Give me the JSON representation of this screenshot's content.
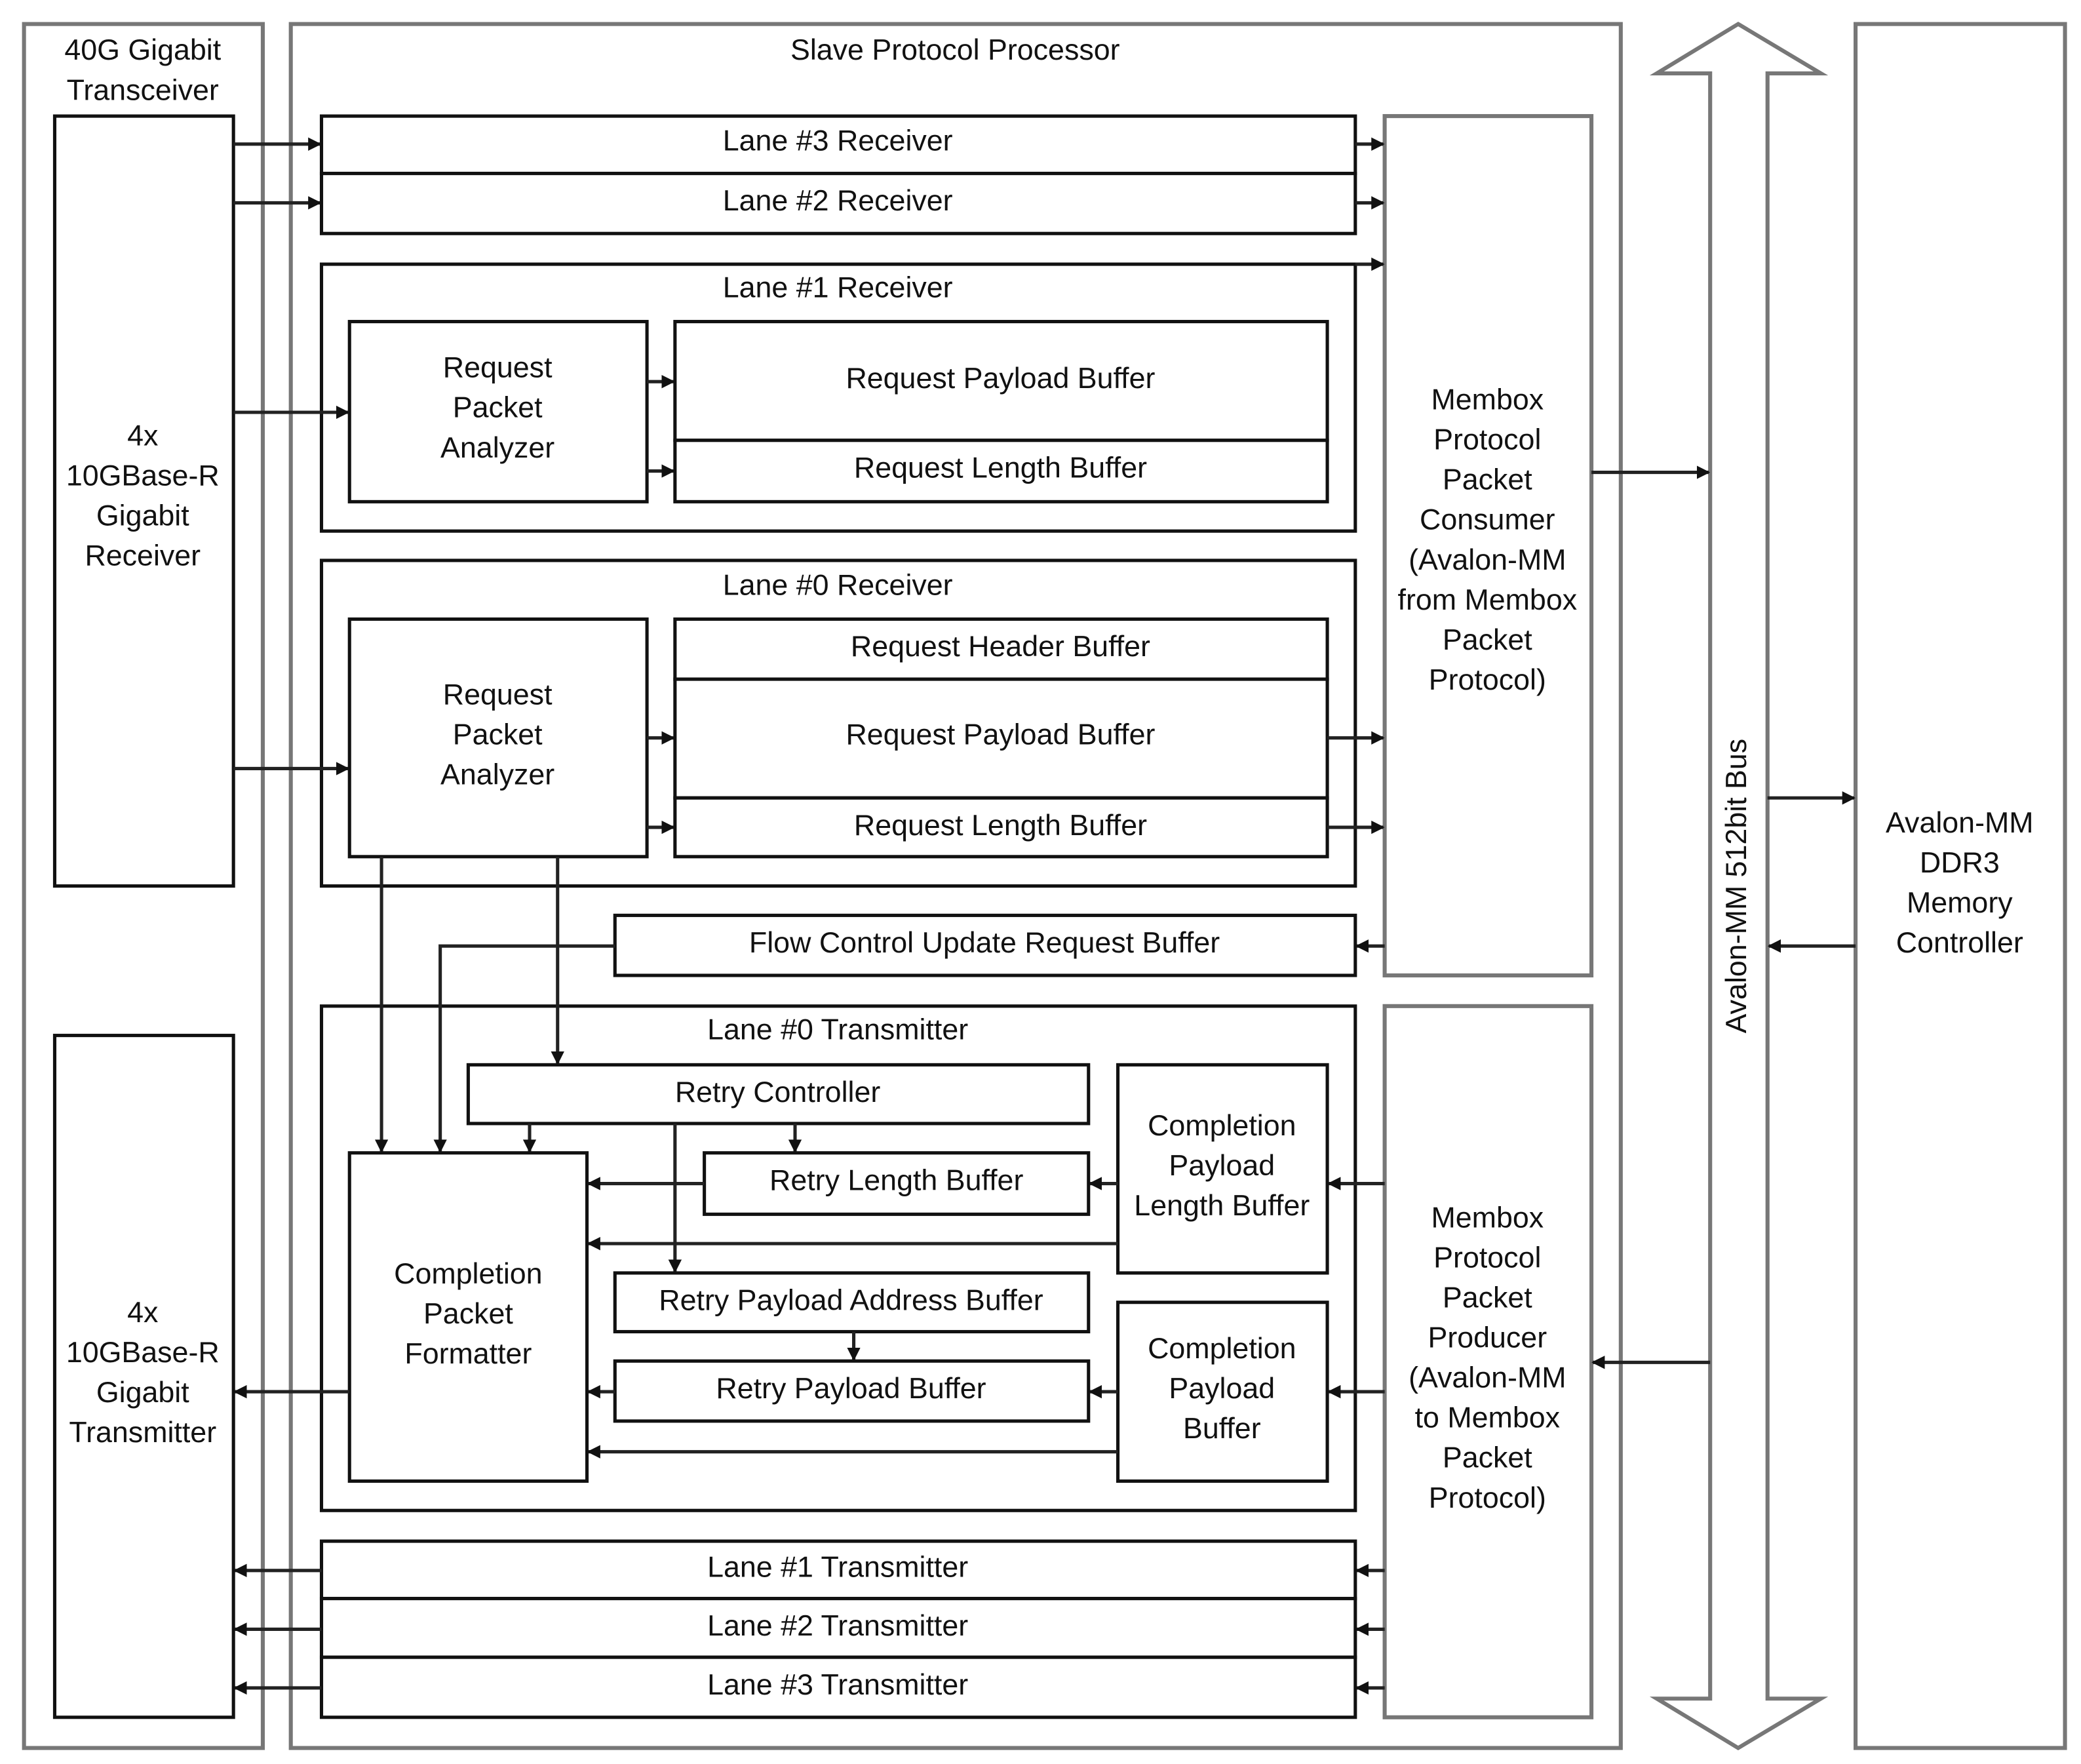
{
  "transceiver": {
    "title": "40G Gigabit Transceiver",
    "title_lines": [
      "40G Gigabit",
      "Transceiver"
    ],
    "receiver_lines": [
      "4x",
      "10GBase-R",
      "Gigabit",
      "Receiver"
    ],
    "transmitter_lines": [
      "4x",
      "10GBase-R",
      "Gigabit",
      "Transmitter"
    ]
  },
  "processor": {
    "title": "Slave Protocol Processor",
    "lane3_rx": "Lane #3 Receiver",
    "lane2_rx": "Lane #2 Receiver",
    "lane1_rx": {
      "title": "Lane #1 Receiver",
      "analyzer_lines": [
        "Request",
        "Packet",
        "Analyzer"
      ],
      "payload": "Request Payload Buffer",
      "length": "Request Length Buffer"
    },
    "lane0_rx": {
      "title": "Lane #0 Receiver",
      "analyzer_lines": [
        "Request",
        "Packet",
        "Analyzer"
      ],
      "header": "Request Header Buffer",
      "payload": "Request Payload Buffer",
      "length": "Request Length Buffer"
    },
    "flow_control": "Flow Control Update Request Buffer",
    "lane0_tx": {
      "title": "Lane #0 Transmitter",
      "retry_controller": "Retry Controller",
      "formatter_lines": [
        "Completion",
        "Packet",
        "Formatter"
      ],
      "retry_length": "Retry Length Buffer",
      "completion_length_lines": [
        "Completion",
        "Payload",
        "Length Buffer"
      ],
      "retry_address": "Retry Payload Address Buffer",
      "retry_payload": "Retry Payload Buffer",
      "completion_payload_lines": [
        "Completion",
        "Payload",
        "Buffer"
      ]
    },
    "lane1_tx": "Lane #1 Transmitter",
    "lane2_tx": "Lane #2 Transmitter",
    "lane3_tx": "Lane #3 Transmitter",
    "consumer_lines": [
      "Membox",
      "Protocol",
      "Packet",
      "Consumer",
      "(Avalon-MM",
      "from Membox",
      "Packet",
      "Protocol)"
    ],
    "producer_lines": [
      "Membox",
      "Protocol",
      "Packet",
      "Producer",
      "(Avalon-MM",
      "to Membox",
      "Packet",
      "Protocol)"
    ]
  },
  "bus": {
    "label": "Avalon-MM 512bit Bus"
  },
  "memory": {
    "lines": [
      "Avalon-MM",
      "DDR3",
      "Memory",
      "Controller"
    ]
  }
}
